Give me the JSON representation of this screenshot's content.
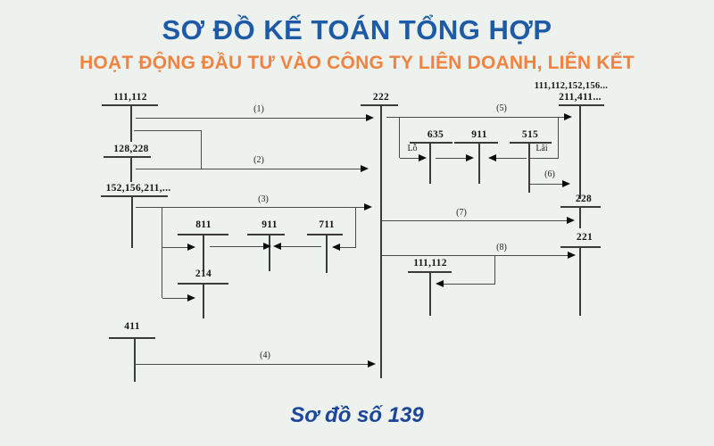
{
  "header": {
    "title": "SƠ ĐỒ KẾ TOÁN TỔNG HỢP",
    "subtitle": "HOẠT ĐỘNG ĐẦU TƯ VÀO CÔNG TY LIÊN DOANH, LIÊN KẾT"
  },
  "caption": "Sơ đồ số 139",
  "colors": {
    "background": "#edf2ef",
    "title_blue": "#1e5ba6",
    "subtitle_orange": "#f08342",
    "caption_blue": "#1c4799",
    "diagram_ink": "#3b3b3b"
  },
  "diagram": {
    "accounts": [
      {
        "id": "111112-top",
        "label": "111,112"
      },
      {
        "id": "128228",
        "label": "128,228"
      },
      {
        "id": "152156211",
        "label": "152,156,211,..."
      },
      {
        "id": "411",
        "label": "411"
      },
      {
        "id": "222",
        "label": "222"
      },
      {
        "id": "211411",
        "label": "211,411...",
        "group_label": "111,112,152,156..."
      },
      {
        "id": "228",
        "label": "228"
      },
      {
        "id": "221",
        "label": "221"
      },
      {
        "id": "111112-bottom",
        "label": "111,112"
      },
      {
        "id": "811",
        "label": "811"
      },
      {
        "id": "911-left",
        "label": "911"
      },
      {
        "id": "711",
        "label": "711"
      },
      {
        "id": "214",
        "label": "214"
      },
      {
        "id": "635",
        "label": "635"
      },
      {
        "id": "911-right",
        "label": "911"
      },
      {
        "id": "515",
        "label": "515"
      }
    ],
    "flows": [
      {
        "id": "1",
        "label": "(1)"
      },
      {
        "id": "2",
        "label": "(2)"
      },
      {
        "id": "3",
        "label": "(3)"
      },
      {
        "id": "4",
        "label": "(4)"
      },
      {
        "id": "5",
        "label": "(5)"
      },
      {
        "id": "6",
        "label": "(6)"
      },
      {
        "id": "7",
        "label": "(7)"
      },
      {
        "id": "8",
        "label": "(8)"
      }
    ],
    "annotations": {
      "loss": "Lỗ",
      "gain": "Lãi"
    }
  }
}
